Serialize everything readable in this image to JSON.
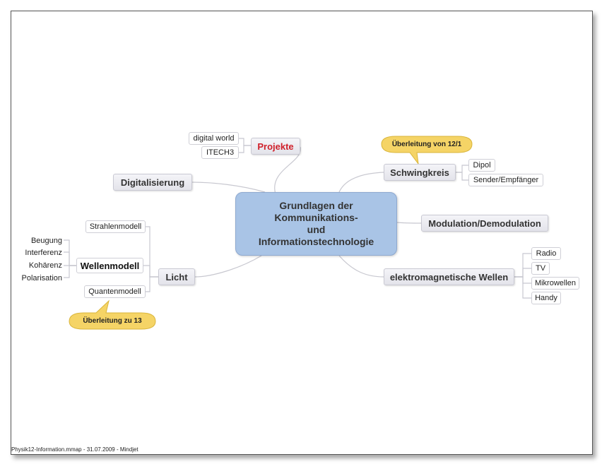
{
  "central": {
    "line1": "Grundlagen der",
    "line2": "Kommunikations-",
    "line3": "und",
    "line4": "Informationstechnologie"
  },
  "projekte": {
    "label": "Projekte",
    "children": [
      "digital world",
      "ITECH3"
    ]
  },
  "digitalisierung": {
    "label": "Digitalisierung"
  },
  "licht": {
    "label": "Licht",
    "strahlenmodell": "Strahlenmodell",
    "wellenmodell": {
      "label": "Wellenmodell",
      "children": [
        "Beugung",
        "Interferenz",
        "Kohärenz",
        "Polarisation"
      ]
    },
    "quantenmodell": "Quantenmodell",
    "callout": "Überleitung zu 13"
  },
  "schwingkreis": {
    "label": "Schwingkreis",
    "children": [
      "Dipol",
      "Sender/Empfänger"
    ],
    "callout": "Überleitung von 12/1"
  },
  "modulation": {
    "label": "Modulation/Demodulation"
  },
  "wellen": {
    "label": "elektromagnetische Wellen",
    "children": [
      "Radio",
      "TV",
      "Mikrowellen",
      "Handy"
    ]
  },
  "footer": "Physik12-Information.mmap - 31.07.2009 - Mindjet",
  "colors": {
    "central": "#a9c4e6",
    "callout": "#f5d466",
    "accent_red": "#d0202a",
    "line": "#c8c8d0"
  }
}
